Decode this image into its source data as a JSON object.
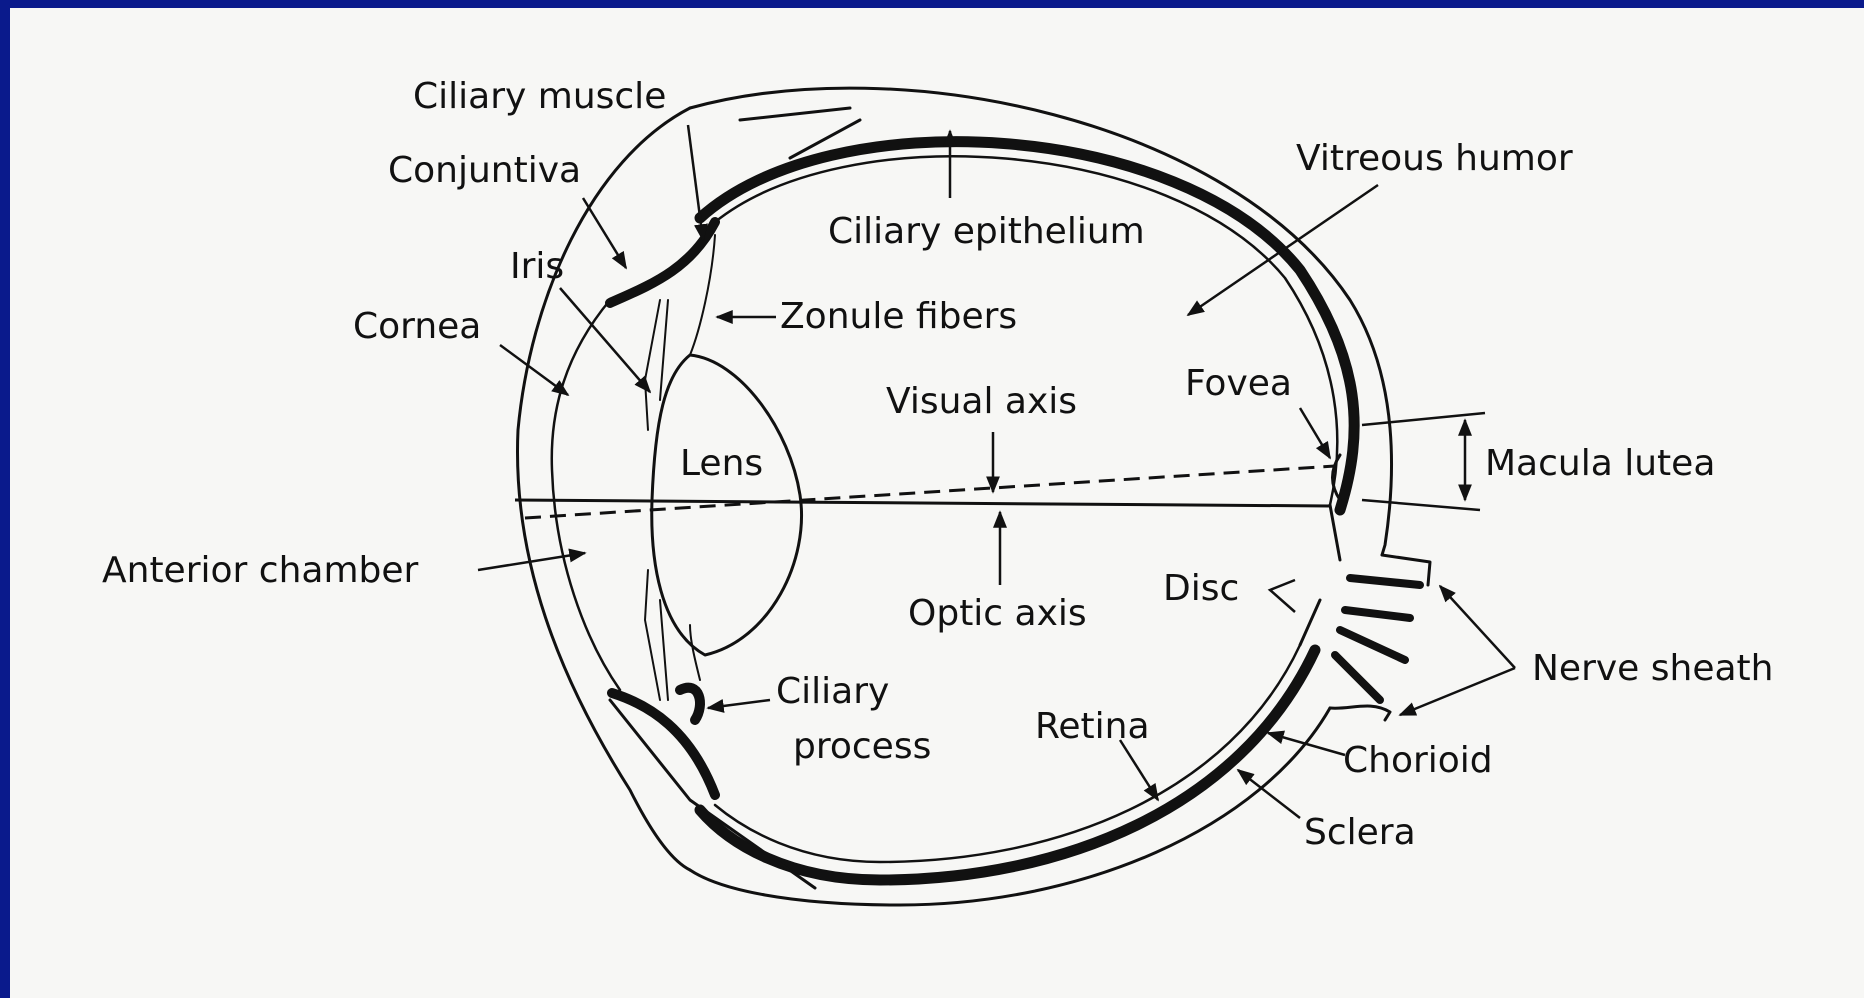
{
  "labels": {
    "ciliary_muscle": "Ciliary muscle",
    "conjuntiva": "Conjuntiva",
    "iris": "Iris",
    "cornea": "Cornea",
    "zonule_fibers": "Zonule fibers",
    "ciliary_epithelium": "Ciliary epithelium",
    "vitreous_humor": "Vitreous humor",
    "visual_axis": "Visual axis",
    "lens": "Lens",
    "fovea": "Fovea",
    "macula_lutea": "Macula lutea",
    "anterior_chamber": "Anterior chamber",
    "disc": "Disc",
    "optic_axis": "Optic axis",
    "nerve_sheath": "Nerve sheath",
    "ciliary": "Ciliary",
    "process": "process",
    "retina": "Retina",
    "chorioid": "Chorioid",
    "sclera": "Sclera"
  },
  "colors": {
    "frame_border": "#0a1a8c",
    "background": "#f7f7f5",
    "ink": "#111111"
  }
}
